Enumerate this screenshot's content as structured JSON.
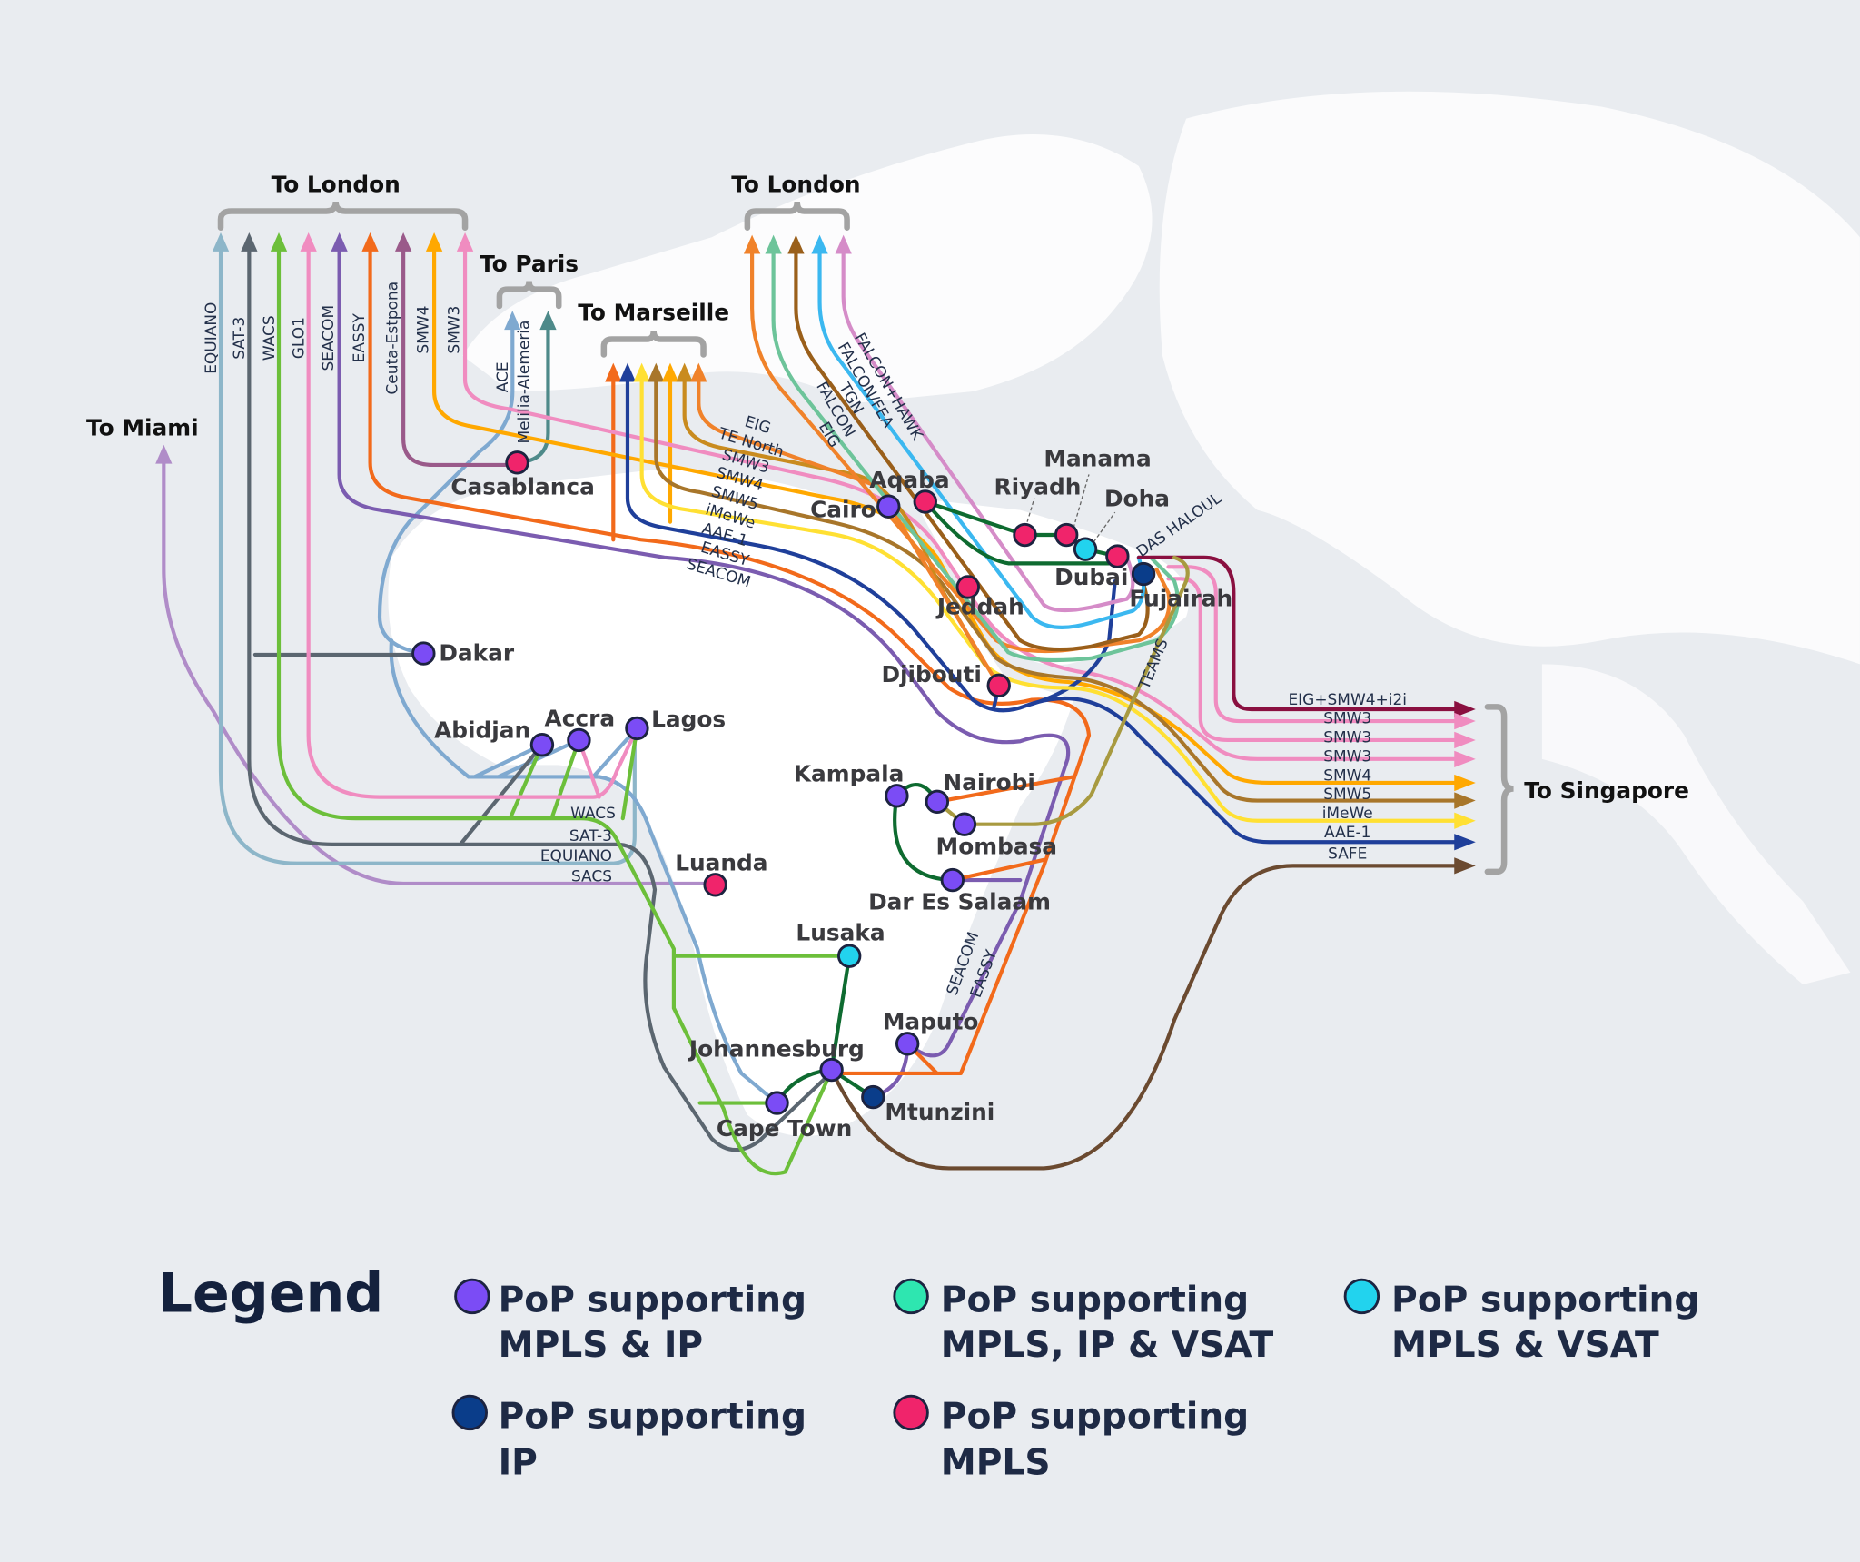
{
  "destinations": {
    "london_west": "To London",
    "paris": "To Paris",
    "marseille": "To Marseille",
    "london_east": "To London",
    "miami": "To Miami",
    "singapore": "To Singapore"
  },
  "london_west_cables": [
    "EQUIANO",
    "SAT-3",
    "WACS",
    "GLO1",
    "SEACOM",
    "EASSY",
    "Ceuta-Estpona",
    "SMW4",
    "SMW3"
  ],
  "paris_cables": [
    "ACE",
    "Melilia-Alemeria"
  ],
  "marseille_cables": [
    "EIG",
    "TE North",
    "SMW3",
    "SMW4",
    "SMW5",
    "iMeWe",
    "AAE-1",
    "EASSY",
    "SEACOM"
  ],
  "london_east_cables": [
    "FALCON+HAWK",
    "FALCON/FEA",
    "TGN",
    "FALCON",
    "EIG"
  ],
  "singapore_cables": [
    "EIG+SMW4+i2i",
    "SMW3",
    "SMW3",
    "SMW3",
    "SMW4",
    "SMW5",
    "iMeWe",
    "AAE-1",
    "SAFE"
  ],
  "west_africa_cables": [
    "WACS",
    "SAT-3",
    "EQUIANO",
    "SACS"
  ],
  "other_cables": {
    "das_haloul": "DAS HALOUL",
    "teams": "TEAMS",
    "seacom": "SEACOM",
    "eassy": "EASSY"
  },
  "cities": {
    "casablanca": {
      "name": "Casablanca",
      "type": "MPLS"
    },
    "dakar": {
      "name": "Dakar",
      "type": "MPLS & IP"
    },
    "abidjan": {
      "name": "Abidjan",
      "type": "MPLS & IP"
    },
    "accra": {
      "name": "Accra",
      "type": "MPLS & IP"
    },
    "lagos": {
      "name": "Lagos",
      "type": "MPLS & IP"
    },
    "luanda": {
      "name": "Luanda",
      "type": "MPLS"
    },
    "cairo": {
      "name": "Cairo",
      "type": "MPLS & IP"
    },
    "aqaba": {
      "name": "Aqaba",
      "type": "MPLS"
    },
    "riyadh": {
      "name": "Riyadh",
      "type": "MPLS"
    },
    "manama": {
      "name": "Manama",
      "type": "MPLS"
    },
    "doha": {
      "name": "Doha",
      "type": "MPLS & VSAT"
    },
    "dubai": {
      "name": "Dubai",
      "type": "MPLS"
    },
    "fujairah": {
      "name": "Fujairah",
      "type": "IP"
    },
    "jeddah": {
      "name": "Jeddah",
      "type": "MPLS"
    },
    "djibouti": {
      "name": "Djibouti",
      "type": "MPLS"
    },
    "kampala": {
      "name": "Kampala",
      "type": "MPLS & IP"
    },
    "nairobi": {
      "name": "Nairobi",
      "type": "MPLS & IP"
    },
    "mombasa": {
      "name": "Mombasa",
      "type": "MPLS & IP"
    },
    "dar": {
      "name": "Dar Es Salaam",
      "type": "MPLS & IP"
    },
    "lusaka": {
      "name": "Lusaka",
      "type": "MPLS & VSAT"
    },
    "maputo": {
      "name": "Maputo",
      "type": "MPLS & IP"
    },
    "johannesburg": {
      "name": "Johannesburg",
      "type": "MPLS & IP"
    },
    "mtunzini": {
      "name": "Mtunzini",
      "type": "IP"
    },
    "capetown": {
      "name": "Cape Town",
      "type": "MPLS & IP"
    }
  },
  "legend": {
    "title": "Legend",
    "items": [
      {
        "line1": "PoP supporting",
        "line2": "MPLS & IP",
        "color": "#7b4cf5"
      },
      {
        "line1": "PoP supporting",
        "line2": "MPLS, IP & VSAT",
        "color": "#2ee6b0"
      },
      {
        "line1": "PoP supporting",
        "line2": "MPLS & VSAT",
        "color": "#22d3ee"
      },
      {
        "line1": "PoP supporting",
        "line2": "IP",
        "color": "#0a3d8a"
      },
      {
        "line1": "PoP supporting",
        "line2": "MPLS",
        "color": "#f0246b"
      }
    ]
  },
  "colors": {
    "mpls_ip": "#7b4cf5",
    "ip": "#0a3d8a",
    "mpls": "#f0246b",
    "mpls_vsat": "#22d3ee",
    "mpls_ip_vsat": "#2ee6b0",
    "brace": "#a3a3a3",
    "sea": "#e9ecf0",
    "land": "#ffffff"
  }
}
